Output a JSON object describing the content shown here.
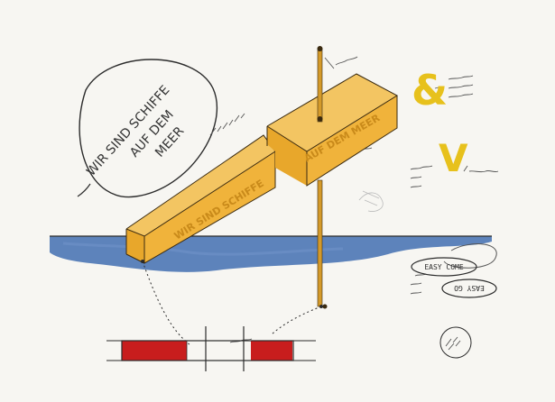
{
  "colors": {
    "paper": "#f7f6f2",
    "ink": "#2b2b2b",
    "ochre": "#f0b33b",
    "ochre_dark": "#c98a1a",
    "water": "#4f78b6",
    "red": "#c81d1d",
    "pole": "#d49a2a",
    "yellow_letter": "#e7c11c"
  },
  "sketch": {
    "oval_text": [
      "WIR SIND SCHIFFE",
      "AUF DEM",
      "MEER"
    ],
    "beam_text_front": "WIR SIND SCHIFFE",
    "beam_text_back": "AUF DEM MEER",
    "symbol_ampersand": "&",
    "symbol_v": "V",
    "stamp_easy_come": "EASY COME",
    "stamp_easy_go": "EASY GO"
  }
}
